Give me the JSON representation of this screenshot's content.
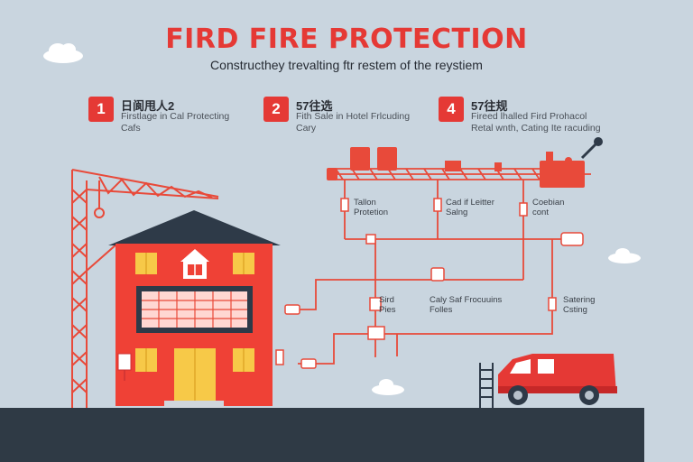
{
  "header": {
    "title": "FIRD FIRE PROTECTION",
    "subtitle": "Constructhey trevalting ftr restem of the reystiem"
  },
  "steps": [
    {
      "number": "1",
      "title": "日阆甩人2",
      "desc_line1": "Firstlage in Cal Protecting",
      "desc_line2": "Cafs"
    },
    {
      "number": "2",
      "title": "57往选",
      "desc_line1": "Fith Sale in Hotel Frlcuding",
      "desc_line2": "Cary"
    },
    {
      "number": "4",
      "title": "57往规",
      "desc_line1": "Fireed lhalled Fird Prohacol",
      "desc_line2": "Retal wnth, Cating Ite racuding"
    }
  ],
  "diagram_labels": {
    "a_line1": "Tallon",
    "a_line2": "Protetion",
    "b_line1": "Cad if Leitter",
    "b_line2": "Salng",
    "c_line1": "Coebian",
    "c_line2": "cont",
    "d_line1": "Sird",
    "d_line2": "Pies",
    "e_line1": "Caly Saf Frocuuins",
    "e_line2": "Folles",
    "f_line1": "Satering",
    "f_line2": "Csting"
  },
  "colors": {
    "accent_red": "#e53935",
    "building_red": "#ef4136",
    "roof": "#2e3a48",
    "window_yellow": "#f7c948",
    "ground": "#2f3a45",
    "sky": "#c9d5df"
  },
  "icons": [
    "cloud-icon",
    "crane-icon",
    "building-icon",
    "fire-truck-icon",
    "ladder-icon",
    "valve-icon",
    "sprinkler-icon"
  ]
}
